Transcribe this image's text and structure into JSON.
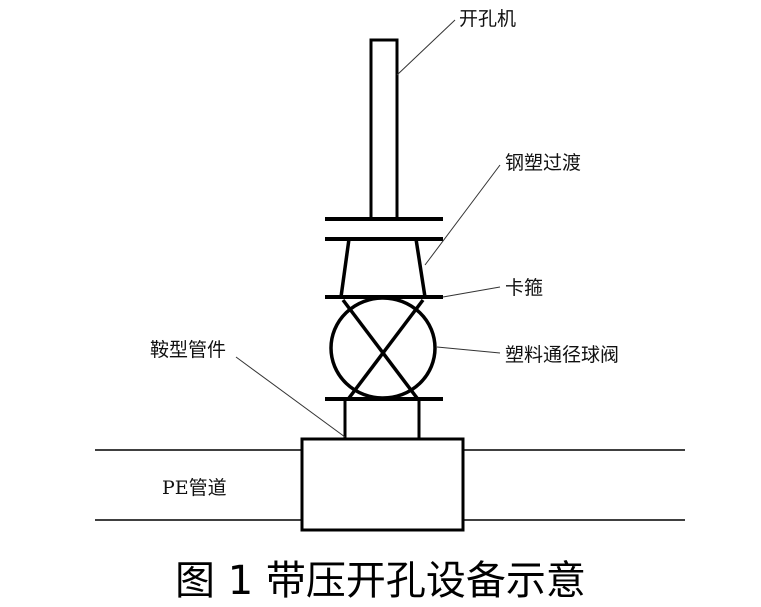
{
  "labels": {
    "drill": "开孔机",
    "transition": "钢塑过渡",
    "clamp": "卡箍",
    "valve": "塑料通径球阀",
    "saddle": "鞍型管件",
    "pipe": "PE管道"
  },
  "caption": "图 1 带压开孔设备示意"
}
